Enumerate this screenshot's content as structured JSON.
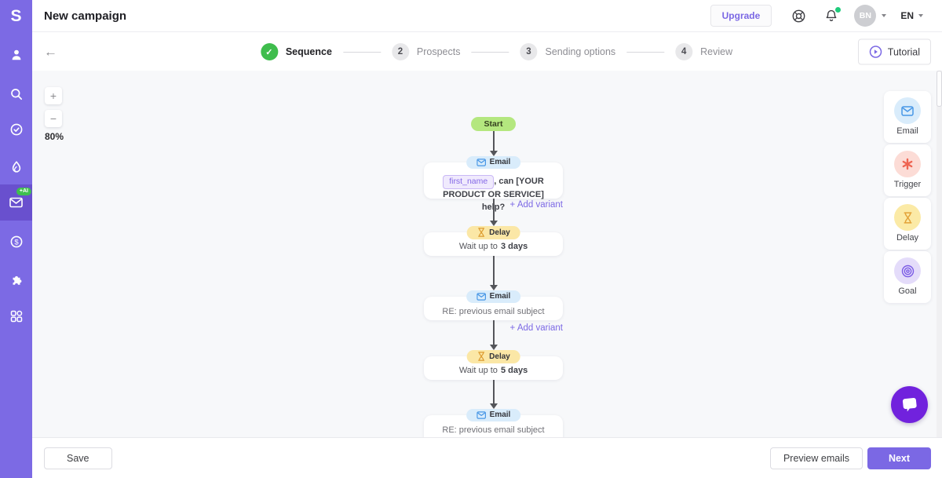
{
  "brand": {
    "logo_letter": "S",
    "accent_color": "#7b68e4",
    "sidebar_color": "#7c6ae4",
    "sidebar_active_color": "#6950ce",
    "ai_badge_color": "#3fbf4e",
    "chat_color": "#7122dd"
  },
  "header": {
    "title": "New campaign",
    "upgrade_label": "Upgrade",
    "avatar_initials": "BN",
    "language": "EN"
  },
  "sidebar": {
    "ai_badge": "+AI"
  },
  "stepper": {
    "steps": [
      {
        "num": "✓",
        "label": "Sequence",
        "state": "done"
      },
      {
        "num": "2",
        "label": "Prospects",
        "state": "pending"
      },
      {
        "num": "3",
        "label": "Sending options",
        "state": "pending"
      },
      {
        "num": "4",
        "label": "Review",
        "state": "pending"
      }
    ],
    "tutorial_label": "Tutorial"
  },
  "canvas": {
    "zoom_in": "+",
    "zoom_out": "−",
    "zoom_level": "80%",
    "flow": {
      "start_label": "Start",
      "nodes": [
        {
          "type": "email",
          "pill": "Email",
          "tag": "first_name",
          "body": ", can [YOUR PRODUCT OR SERVICE] help?",
          "add_variant": "+ Add variant"
        },
        {
          "type": "delay",
          "pill": "Delay",
          "body_prefix": "Wait up to",
          "body_bold": "3 days"
        },
        {
          "type": "email",
          "pill": "Email",
          "body": "RE: previous email subject",
          "add_variant": "+ Add variant"
        },
        {
          "type": "delay",
          "pill": "Delay",
          "body_prefix": "Wait up to",
          "body_bold": "5 days"
        },
        {
          "type": "email",
          "pill": "Email",
          "body": "RE: previous email subject"
        }
      ]
    },
    "node_colors": {
      "start": "#b4e77f",
      "email_pill": "#d9ecfb",
      "delay_pill": "#fbe7a6"
    }
  },
  "palette": {
    "items": [
      {
        "label": "Email",
        "color": "#4796e6"
      },
      {
        "label": "Trigger",
        "color": "#ee6553"
      },
      {
        "label": "Delay",
        "color": "#e3a238"
      },
      {
        "label": "Goal",
        "color": "#7b5ce5"
      }
    ]
  },
  "footer": {
    "save_label": "Save",
    "preview_label": "Preview emails",
    "next_label": "Next"
  }
}
